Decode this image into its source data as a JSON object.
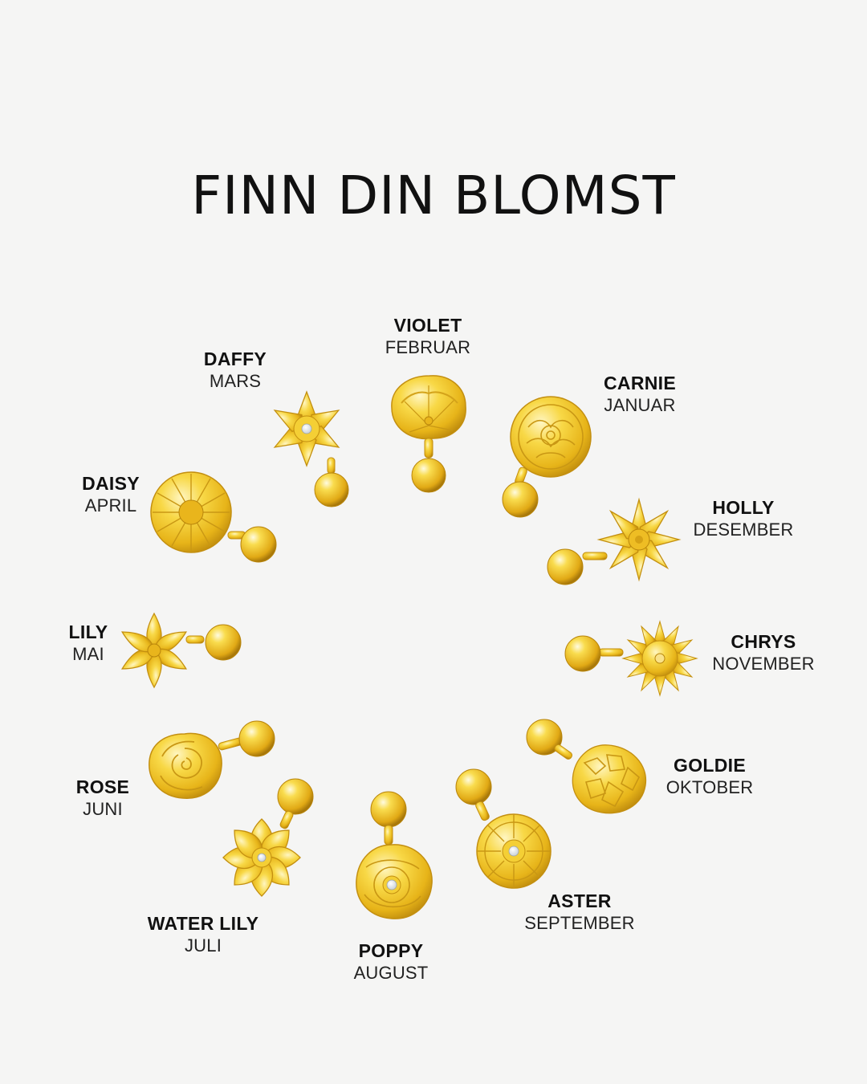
{
  "title": "FINN DIN BLOMST",
  "flowers": [
    {
      "name": "VIOLET",
      "month": "FEBRUAR"
    },
    {
      "name": "CARNIE",
      "month": "JANUAR"
    },
    {
      "name": "DAFFY",
      "month": "MARS"
    },
    {
      "name": "DAISY",
      "month": "APRIL"
    },
    {
      "name": "HOLLY",
      "month": "DESEMBER"
    },
    {
      "name": "LILY",
      "month": "MAI"
    },
    {
      "name": "CHRYS",
      "month": "NOVEMBER"
    },
    {
      "name": "ROSE",
      "month": "JUNI"
    },
    {
      "name": "GOLDIE",
      "month": "OKTOBER"
    },
    {
      "name": "WATER LILY",
      "month": "JULI"
    },
    {
      "name": "ASTER",
      "month": "SEPTEMBER"
    },
    {
      "name": "POPPY",
      "month": "AUGUST"
    }
  ],
  "colors": {
    "background": "#f5f5f4",
    "gold_light": "#fde98a",
    "gold_mid": "#f2c52a",
    "gold_dark": "#c89512",
    "text": "#111111"
  }
}
